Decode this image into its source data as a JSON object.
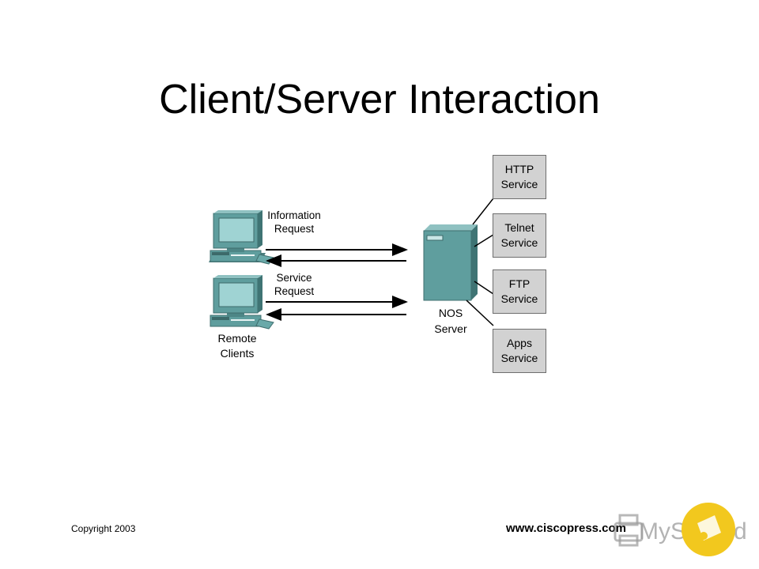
{
  "title": "Client/Server Interaction",
  "labels": {
    "information_request": [
      "Information",
      "Request"
    ],
    "service_request": [
      "Service",
      "Request"
    ],
    "remote_clients": [
      "Remote",
      "Clients"
    ],
    "nos_server": [
      "NOS",
      "Server"
    ]
  },
  "services": [
    {
      "line1": "HTTP",
      "line2": "Service"
    },
    {
      "line1": "Telnet",
      "line2": "Service"
    },
    {
      "line1": "FTP",
      "line2": "Service"
    },
    {
      "line1": "Apps",
      "line2": "Service"
    }
  ],
  "footer": {
    "copyright": "Copyright 2003",
    "url": "www.ciscopress.com",
    "watermark": "MyShared"
  },
  "colors": {
    "server_teal": "#5f9e9e",
    "service_box": "#d2d2d2",
    "watermark_logo": "#f2c81e"
  }
}
